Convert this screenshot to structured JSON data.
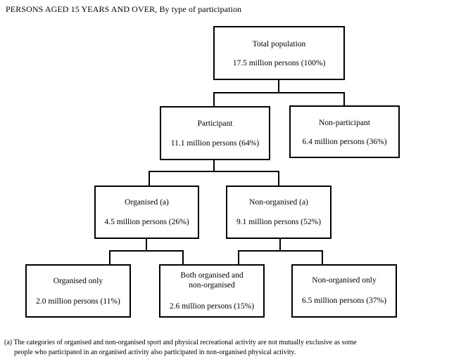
{
  "title": "PERSONS AGED 15 YEARS AND OVER,  By type of participation",
  "nodes": {
    "total": {
      "name": "Total population",
      "value": "17.5 million persons (100%)"
    },
    "participant": {
      "name": "Participant",
      "value": "11.1 million persons (64%)"
    },
    "non_participant": {
      "name": "Non-participant",
      "value": "6.4 million persons (36%)"
    },
    "organised": {
      "name": "Organised (a)",
      "value": "4.5 million persons (26%)"
    },
    "non_organised": {
      "name": "Non-organised (a)",
      "value": "9.1 million persons (52%)"
    },
    "organised_only": {
      "name": "Organised only",
      "value": "2.0 million persons (11%)"
    },
    "both": {
      "name_line1": "Both organised and",
      "name_line2": "non-organised",
      "value": "2.6 million persons (15%)"
    },
    "non_organised_only": {
      "name": "Non-organised only",
      "value": "6.5 million persons (37%)"
    }
  },
  "footnote": {
    "line1": "(a) The categories of organised and non-organised sport and physical recreational activity are not mutually exclusive as some",
    "line2": "people  who participated in an organised activity also participated in non-organised physical activity."
  }
}
